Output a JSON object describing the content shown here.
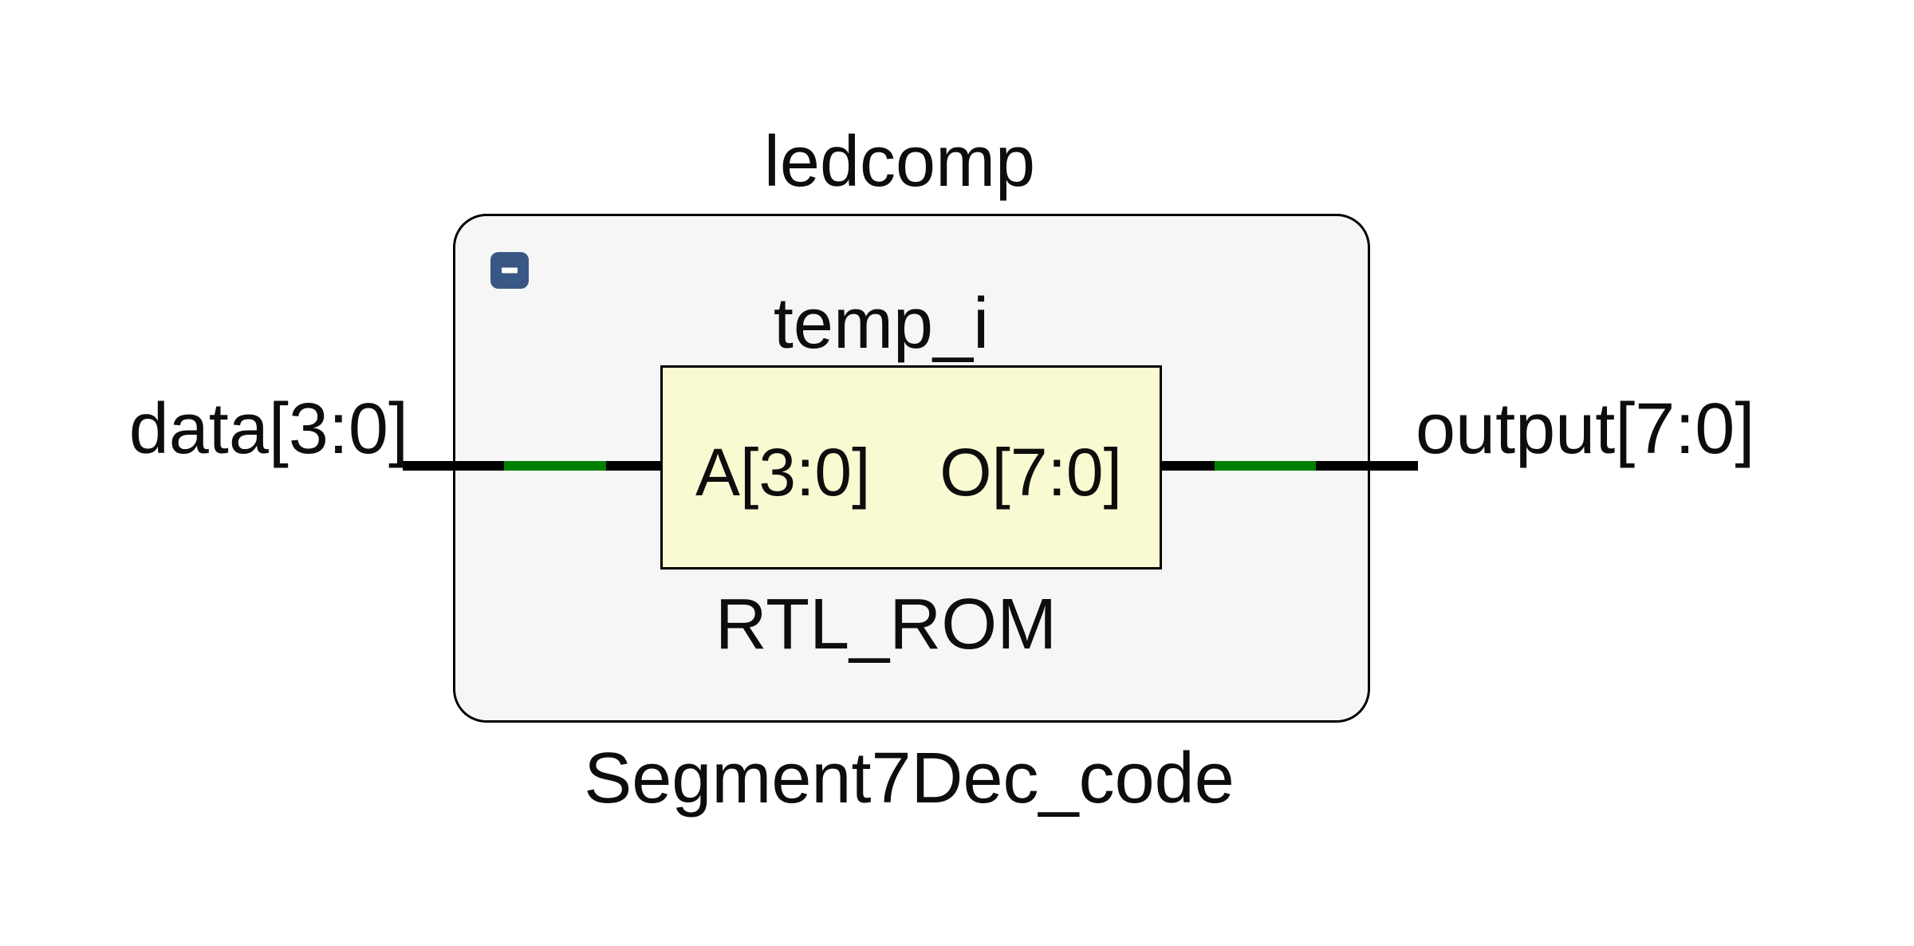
{
  "schematic": {
    "title": "ledcomp",
    "module_name": "Segment7Dec_code",
    "hierarchy": {
      "collapse_icon": "minus"
    },
    "cell": {
      "instance_name": "temp_i",
      "type": "RTL_ROM",
      "input_port": "A[3:0]",
      "output_port": "O[7:0]"
    },
    "nets": {
      "input": "data[3:0]",
      "output": "output[7:0]"
    },
    "colors": {
      "net_highlight_green": "#008000",
      "net_black": "#000000",
      "cell_fill_yellow": "#fafad2",
      "hierarchy_fill_gray": "#f6f6f6",
      "collapse_button_blue": "#395784",
      "border_black": "#000000"
    }
  }
}
